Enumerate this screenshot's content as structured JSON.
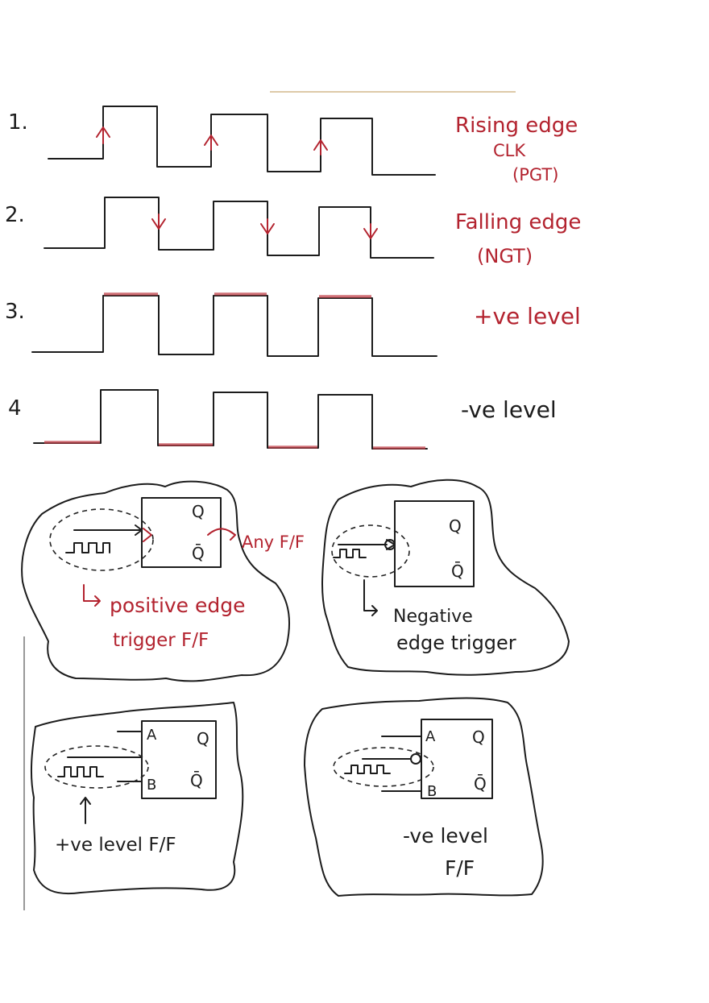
{
  "colors": {
    "ink": "#1c1c1c",
    "annotation": "#b3232f",
    "highlight": "#c0404a"
  },
  "waveforms": [
    {
      "number": "1.",
      "label_lines": [
        "Rising edge",
        "CLK",
        "(PGT)"
      ],
      "marker": "rising-arrow"
    },
    {
      "number": "2.",
      "label_lines": [
        "Falling edge",
        "(NGT)"
      ],
      "marker": "falling-arrow"
    },
    {
      "number": "3.",
      "label_lines": [
        "+ve level"
      ],
      "marker": "high-highlight"
    },
    {
      "number": "4",
      "label_lines": [
        "-ve level"
      ],
      "marker": "low-highlight"
    }
  ],
  "flipflops": {
    "positive_edge": {
      "q": "Q",
      "q_bar": "Q̄",
      "note": "Any F/F",
      "caption_lines": [
        "positive edge",
        "trigger   F/F"
      ]
    },
    "negative_edge": {
      "q": "Q",
      "q_bar": "Q̄",
      "caption_lines": [
        "Negative",
        "edge trigger"
      ]
    },
    "positive_level": {
      "a": "A",
      "b": "B",
      "q": "Q",
      "q_bar": "Q̄",
      "caption": "+ve level F/F"
    },
    "negative_level": {
      "a": "A",
      "b": "B",
      "q": "Q",
      "q_bar": "Q̄",
      "caption_lines": [
        "-ve level",
        "F/F"
      ]
    }
  }
}
